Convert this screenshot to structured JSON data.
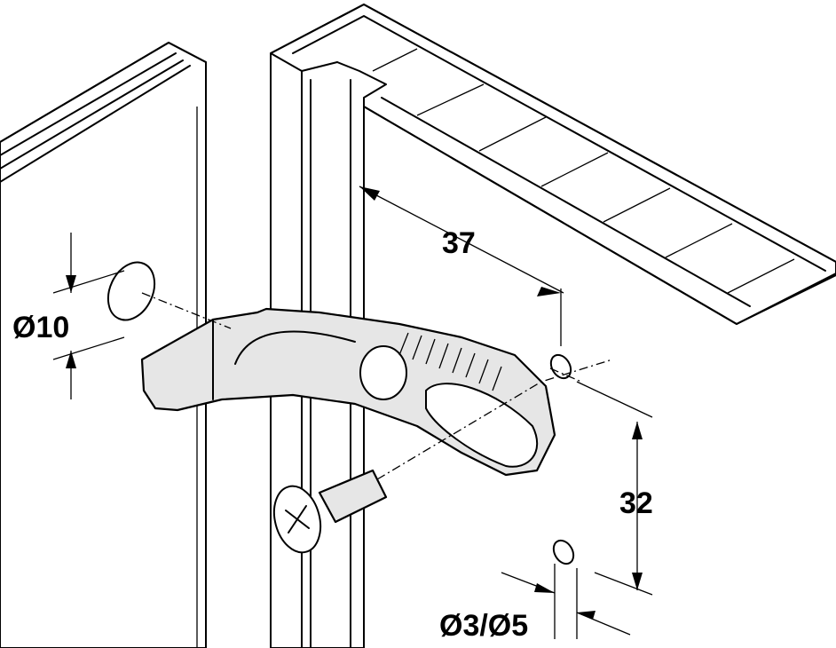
{
  "dimensions": {
    "depth": "37",
    "hole_large": "Ø10",
    "spacing": "32",
    "hole_small": "Ø3/Ø5"
  }
}
